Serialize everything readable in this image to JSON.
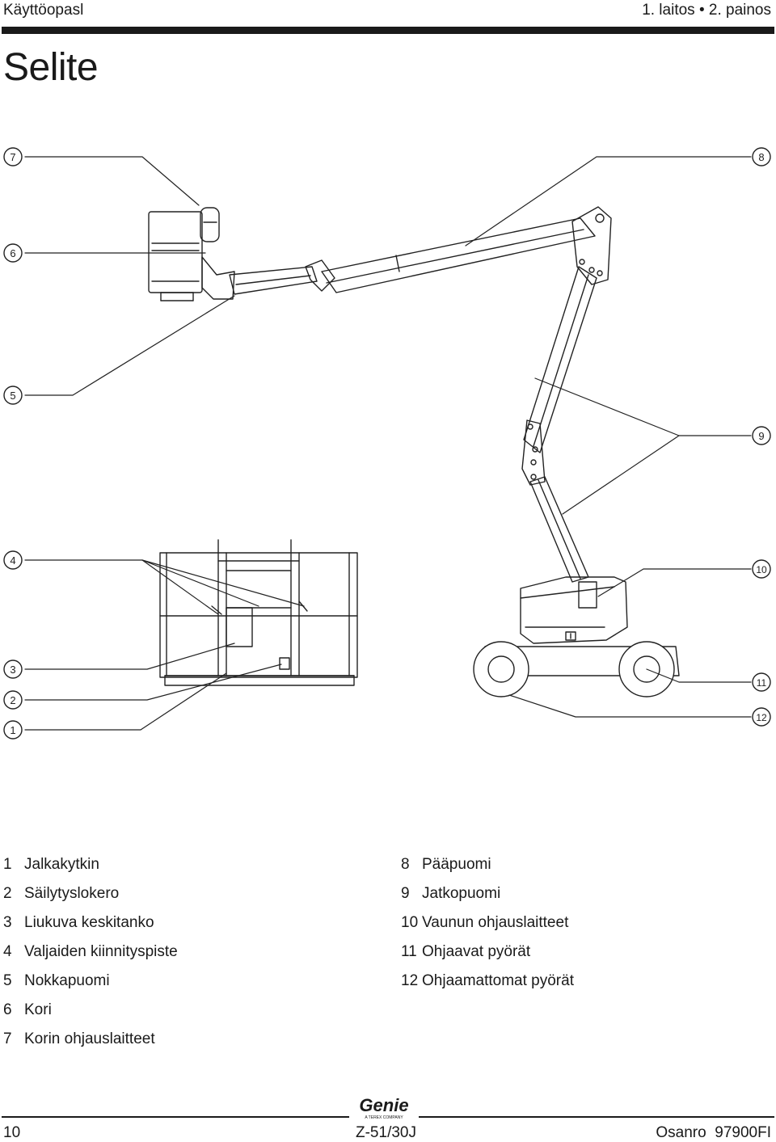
{
  "header": {
    "left": "Käyttöopasl",
    "right": "1. laitos • 2. painos"
  },
  "title": "Selite",
  "callouts": [
    "1",
    "2",
    "3",
    "4",
    "5",
    "6",
    "7",
    "8",
    "9",
    "10",
    "11",
    "12"
  ],
  "legend": {
    "col1": [
      {
        "num": "1",
        "label": "Jalkakytkin"
      },
      {
        "num": "2",
        "label": "Säilytyslokero"
      },
      {
        "num": "3",
        "label": "Liukuva keskitanko"
      },
      {
        "num": "4",
        "label": "Valjaiden kiinnityspiste"
      },
      {
        "num": "5",
        "label": "Nokkapuomi"
      },
      {
        "num": "6",
        "label": "Kori"
      },
      {
        "num": "7",
        "label": "Korin ohjauslaitteet"
      }
    ],
    "col2": [
      {
        "num": "8",
        "label": "Pääpuomi"
      },
      {
        "num": "9",
        "label": "Jatkopuomi"
      },
      {
        "num": "10",
        "label": "Vaunun ohjauslaitteet"
      },
      {
        "num": "11",
        "label": "Ohjaavat pyörät"
      },
      {
        "num": "12",
        "label": "Ohjaamattomat pyörät"
      }
    ]
  },
  "logo": {
    "brand": "Genie",
    "tagline": "A TEREX COMPANY"
  },
  "footer": {
    "page": "10",
    "model": "Z-51/30J",
    "part_label": "Osanro",
    "part_number": "97900FI"
  }
}
